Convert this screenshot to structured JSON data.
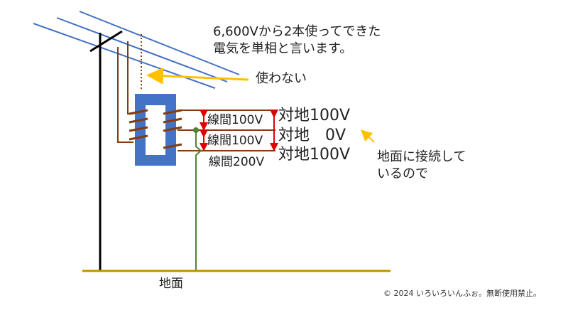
{
  "description_text": {
    "line1": "6,600Vから2本使ってできた",
    "line2": "電気を単相と言います。"
  },
  "unused_label": "使わない",
  "voltage_labels": {
    "line_to_line_upper": "線間100V",
    "line_to_line_lower": "線間100V",
    "line_to_line_total": "線間200V",
    "ground_top": "対地100V",
    "ground_middle": "対地　0V",
    "ground_bottom": "対地100V"
  },
  "ground_note": {
    "line1": "地面に接続して",
    "line2": "いるので"
  },
  "ground_label": "地面",
  "copyright": "© 2024 いろいろいんふぉ。無断使用禁止。",
  "colors": {
    "power_line": "#4472c4",
    "transformer": "#4472c4",
    "coil": "#843c0c",
    "arrow_yellow": "#ffc000",
    "voltage_arrow": "#e00000",
    "ground_wire": "#548235",
    "ground_line": "#bf9000",
    "pole": "#000000"
  }
}
